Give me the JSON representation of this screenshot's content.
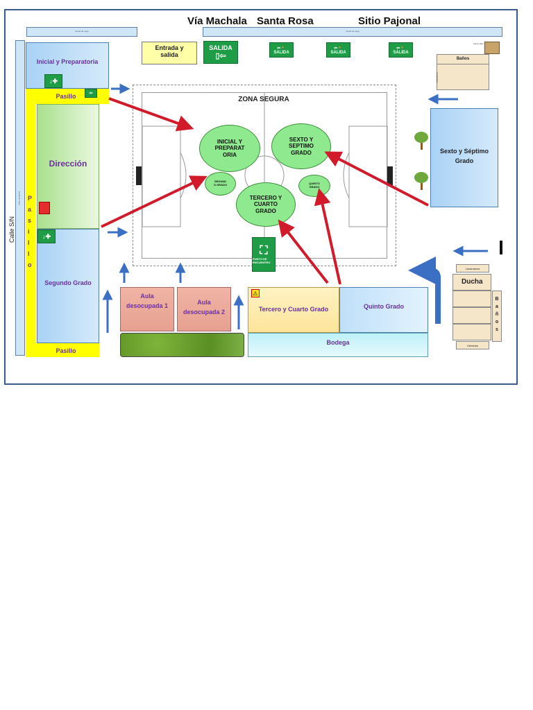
{
  "header": {
    "title_left": "Vía Machala",
    "title_mid": "Santa Rosa",
    "title_right": "Sitio Pajonal"
  },
  "canals": {
    "left": "Canal de riego",
    "right": "Canal de riego",
    "vertical": "Canal de riego"
  },
  "street": "Calle S/N",
  "entrance": "Entrada y salida",
  "exit_sign": "SALIDA",
  "rooms": {
    "inicial": "Inicial y Preparatoria",
    "direccion": "Dirección",
    "segundo": "Segundo Grado",
    "aula1": "Aula desocupada 1",
    "aula2": "Aula desocupada 2",
    "tercero": "Tercero y Cuarto Grado",
    "quinto": "Quinto Grado",
    "bodega": "Bodega",
    "sexto": "Sexto y Séptimo Grado",
    "banos_top": "Baños",
    "ducha": "Ducha",
    "banos_right": "Baños",
    "lavamanos_top": "Lavamanos",
    "lavamanos_right": "Lavamanos",
    "urinarios": "Urinarios",
    "lavabo_small": "Lava mano"
  },
  "corridors": {
    "pasillo_top": "Pasillo",
    "pasillo_bottom": "Pasillo",
    "pasillo_vertical": "Pasillo"
  },
  "field": {
    "safe_zone": "ZONA SEGURA",
    "meeting_point": "PUNTO DE ENCUENTRO"
  },
  "circles": {
    "inicial": "INICIAL Y PREPARAT ORIA",
    "sexto": "SEXTO Y SEPTIMO GRADO",
    "segundo": "SEGUND O GRADO",
    "quinto": "QUINTO GRADO",
    "tercero": "TERCERO Y CUARTO GRADO"
  },
  "colors": {
    "exit_green": "#1e9c46",
    "arrow_red": "#d11a2a",
    "arrow_blue": "#3b6fc4",
    "corridor_yellow": "#ffff00"
  }
}
